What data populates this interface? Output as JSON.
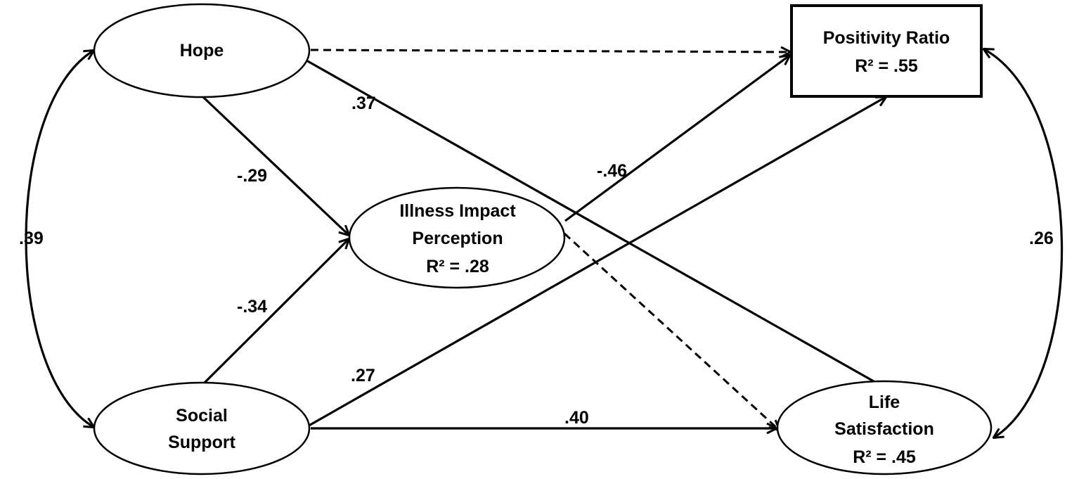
{
  "nodes": {
    "hope": {
      "lines": [
        "Hope"
      ]
    },
    "social_support": {
      "lines": [
        "Social",
        "Support"
      ]
    },
    "illness_impact": {
      "lines": [
        "Illness Impact",
        "Perception",
        "R² = .28"
      ]
    },
    "positivity_ratio": {
      "lines": [
        "Positivity Ratio",
        "R² = .55"
      ]
    },
    "life_satisfaction": {
      "lines": [
        "Life",
        "Satisfaction",
        "R² = .45"
      ]
    }
  },
  "paths": {
    "hope_to_illness": {
      "label": "-.29"
    },
    "social_to_illness": {
      "label": "-.34"
    },
    "hope_to_life": {
      "label": ".37"
    },
    "illness_to_positivity": {
      "label": "-.46"
    },
    "social_to_positivity": {
      "label": ".27"
    },
    "social_to_life": {
      "label": ".40"
    },
    "hope_social_cov": {
      "label": ".39"
    },
    "positivity_life_cov": {
      "label": ".26"
    },
    "hope_to_positivity": {
      "label": "",
      "style": "dashed"
    },
    "illness_to_life": {
      "label": "",
      "style": "dashed"
    }
  }
}
